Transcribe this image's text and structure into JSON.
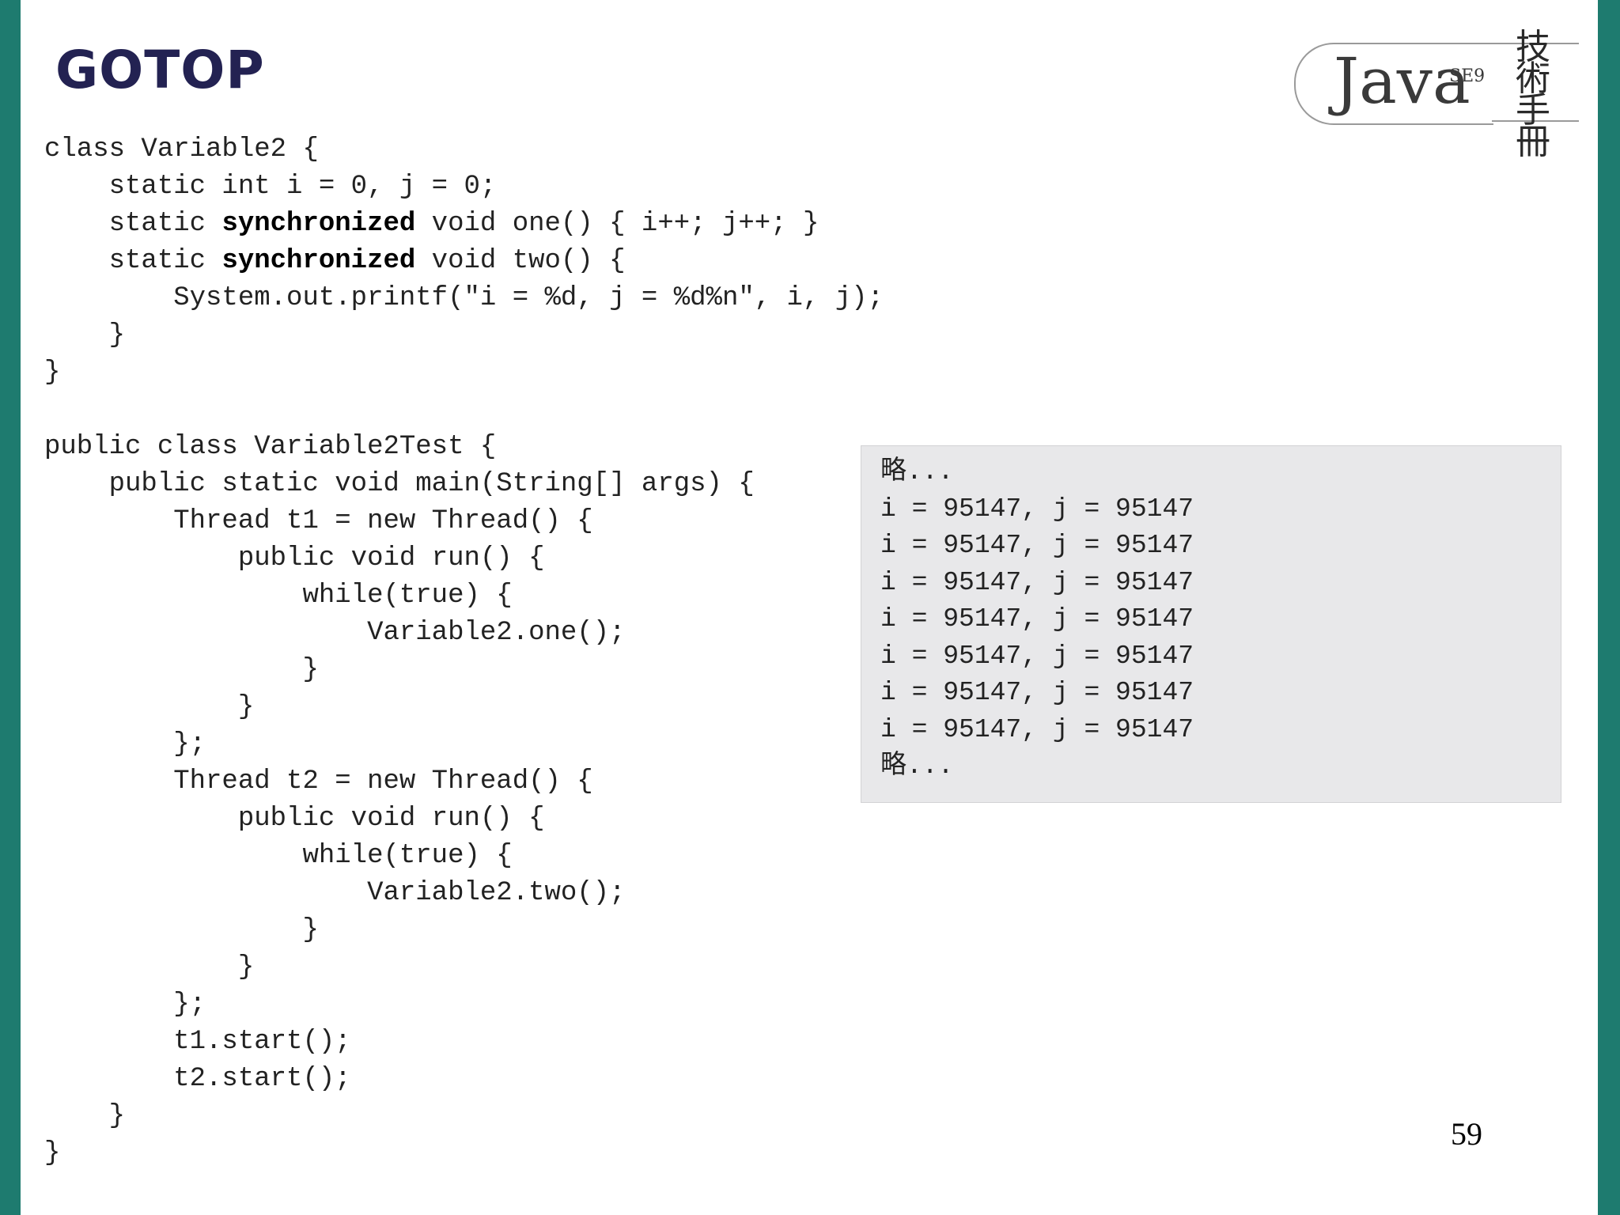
{
  "logo": {
    "text": "GOTOP"
  },
  "badge": {
    "java": "Java",
    "edition": "SE9",
    "brush_text": "技術手冊"
  },
  "code": {
    "lines": [
      [
        {
          "t": "class Variable2 {"
        }
      ],
      [
        {
          "t": "    static int i = 0, j = 0;"
        }
      ],
      [
        {
          "t": "    static "
        },
        {
          "t": "synchronized",
          "b": true
        },
        {
          "t": " void one() { i++; j++; }"
        }
      ],
      [
        {
          "t": "    static "
        },
        {
          "t": "synchronized",
          "b": true
        },
        {
          "t": " void two() {"
        }
      ],
      [
        {
          "t": "        System.out.printf(\"i = %d, j = %d%n\", i, j);"
        }
      ],
      [
        {
          "t": "    }"
        }
      ],
      [
        {
          "t": "}"
        }
      ],
      [
        {
          "t": ""
        }
      ],
      [
        {
          "t": "public class Variable2Test {"
        }
      ],
      [
        {
          "t": "    public static void main(String[] args) {"
        }
      ],
      [
        {
          "t": "        Thread t1 = new Thread() {"
        }
      ],
      [
        {
          "t": "            public void run() {"
        }
      ],
      [
        {
          "t": "                while(true) {"
        }
      ],
      [
        {
          "t": "                    Variable2.one();"
        }
      ],
      [
        {
          "t": "                }"
        }
      ],
      [
        {
          "t": "            }"
        }
      ],
      [
        {
          "t": "        };"
        }
      ],
      [
        {
          "t": "        Thread t2 = new Thread() {"
        }
      ],
      [
        {
          "t": "            public void run() {"
        }
      ],
      [
        {
          "t": "                while(true) {"
        }
      ],
      [
        {
          "t": "                    Variable2.two();"
        }
      ],
      [
        {
          "t": "                }"
        }
      ],
      [
        {
          "t": "            }"
        }
      ],
      [
        {
          "t": "        };"
        }
      ],
      [
        {
          "t": "        t1.start();"
        }
      ],
      [
        {
          "t": "        t2.start();"
        }
      ],
      [
        {
          "t": "    }"
        }
      ],
      [
        {
          "t": "}"
        }
      ]
    ]
  },
  "output": {
    "lines": [
      "略...",
      "i = 95147, j = 95147",
      "i = 95147, j = 95147",
      "i = 95147, j = 95147",
      "i = 95147, j = 95147",
      "i = 95147, j = 95147",
      "i = 95147, j = 95147",
      "i = 95147, j = 95147",
      "略..."
    ]
  },
  "page": {
    "number": "59"
  }
}
